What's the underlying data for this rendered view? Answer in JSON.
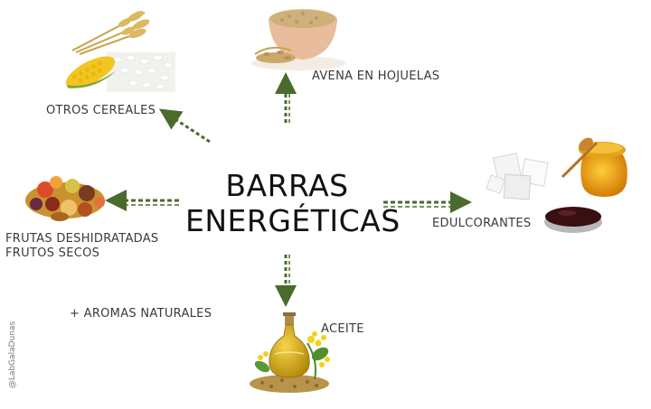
{
  "title": {
    "line1": "BARRAS",
    "line2": "ENERGÉTICAS"
  },
  "labels": {
    "avena": "AVENA EN HOJUELAS",
    "cereales": "OTROS CEREALES",
    "frutas_line1": "FRUTAS DESHIDRATADAS",
    "frutas_line2": "FRUTOS SECOS",
    "edulcorantes": "EDULCORANTES",
    "aceite": "ACEITE",
    "aromas": "+ AROMAS NATURALES"
  },
  "watermark": "@LabGalaDunas",
  "colors": {
    "arrow": "#4a6b2c",
    "title": "#111111",
    "label": "#3a3a3a"
  },
  "icons": [
    "oats-bowl-icon",
    "wheat-corn-rice-icon",
    "dried-fruits-icon",
    "sugar-honey-syrup-icon",
    "oil-bottle-icon"
  ]
}
